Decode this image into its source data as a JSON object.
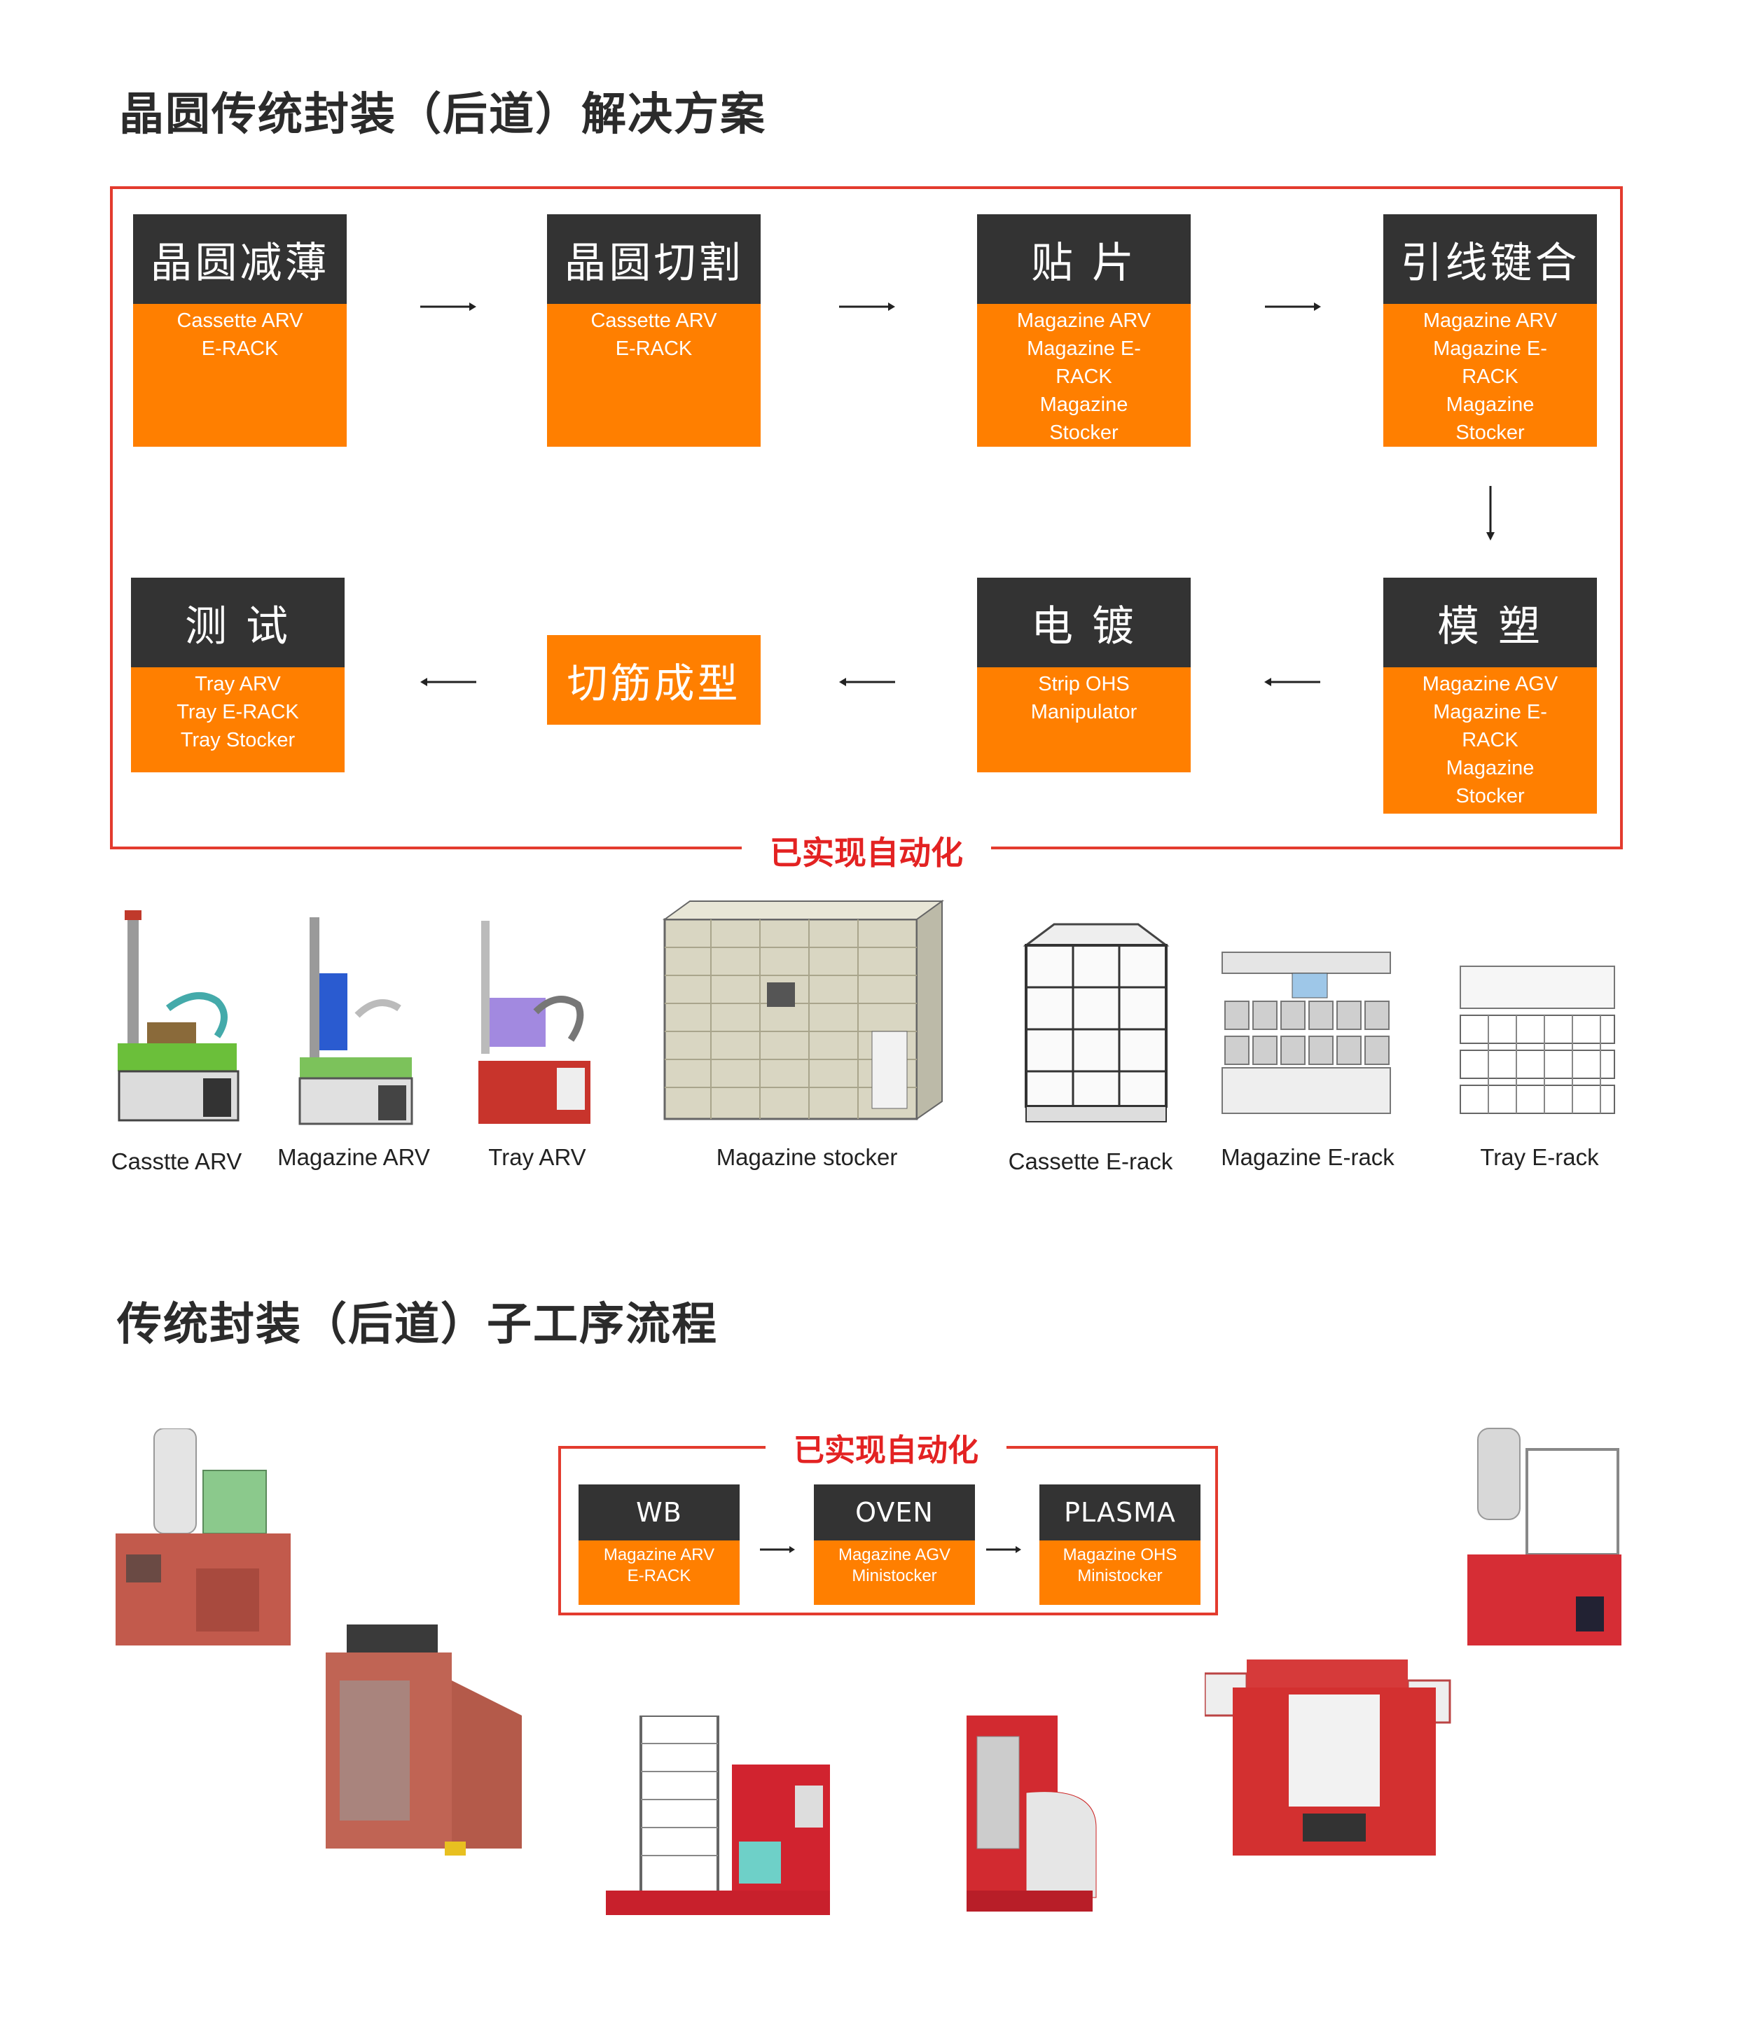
{
  "section1": {
    "title": "晶圆传统封装（后道）解决方案",
    "automated_label": "已实现自动化",
    "steps": [
      {
        "title": "晶圆减薄",
        "lines": [
          "Cassette ARV",
          "E-RACK"
        ]
      },
      {
        "title": "晶圆切割",
        "lines": [
          "Cassette ARV",
          "E-RACK"
        ]
      },
      {
        "title": "贴 片",
        "lines": [
          "Magazine ARV",
          "Magazine E-",
          "RACK",
          "Magazine",
          "Stocker"
        ]
      },
      {
        "title": "引线键合",
        "lines": [
          "Magazine ARV",
          "Magazine E-",
          "RACK",
          "Magazine",
          "Stocker"
        ]
      },
      {
        "title": "模 塑",
        "lines": [
          "Magazine AGV",
          "Magazine E-",
          "RACK",
          "Magazine",
          "Stocker"
        ]
      },
      {
        "title": "电 镀",
        "lines": [
          "Strip OHS",
          "Manipulator"
        ]
      },
      {
        "title": "切筋成型",
        "lines": []
      },
      {
        "title": "测 试",
        "lines": [
          "Tray ARV",
          "Tray E-RACK",
          "Tray Stocker"
        ]
      }
    ]
  },
  "products": [
    {
      "name": "Casstte ARV",
      "icon": "cassette-arv-robot"
    },
    {
      "name": "Magazine ARV",
      "icon": "magazine-arv-robot"
    },
    {
      "name": "Tray ARV",
      "icon": "tray-arv-robot"
    },
    {
      "name": "Magazine stocker",
      "icon": "magazine-stocker-cabinet"
    },
    {
      "name": "Cassette E-rack",
      "icon": "cassette-erack-shelf"
    },
    {
      "name": "Magazine E-rack",
      "icon": "magazine-erack-shelf"
    },
    {
      "name": "Tray E-rack",
      "icon": "tray-erack-shelf"
    }
  ],
  "section2": {
    "title": "传统封装（后道）子工序流程",
    "automated_label": "已实现自动化",
    "steps": [
      {
        "title": "WB",
        "lines": [
          "Magazine ARV",
          "E-RACK"
        ]
      },
      {
        "title": "OVEN",
        "lines": [
          "Magazine AGV",
          "Ministocker"
        ]
      },
      {
        "title": "PLASMA",
        "lines": [
          "Magazine OHS",
          "Ministocker"
        ]
      }
    ]
  },
  "colors": {
    "accent_orange": "#ff7f00",
    "header_dark": "#333333",
    "frame_red": "#e33b2e",
    "label_red": "#e32222",
    "robot_red": "#c94a3a"
  }
}
